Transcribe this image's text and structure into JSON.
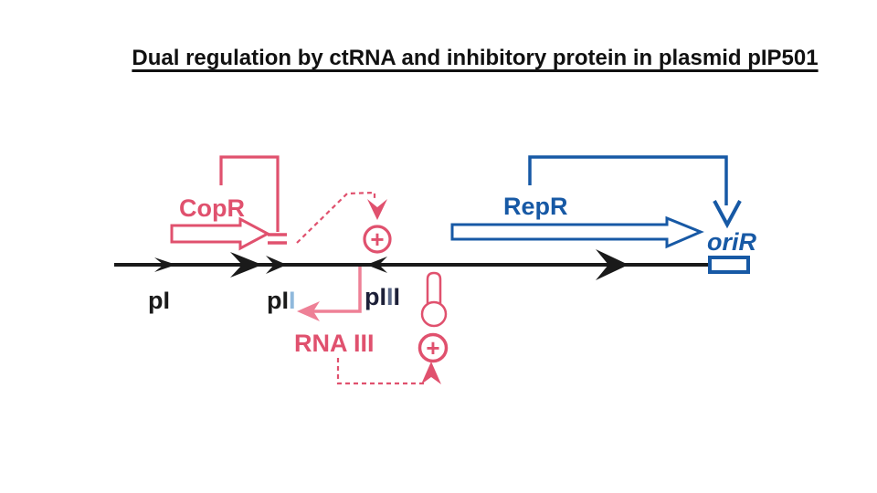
{
  "slide": {
    "title": "Dual regulation by ctRNA and inhibitory protein in plasmid pIP501"
  },
  "diagram": {
    "genes": {
      "copR": "CopR",
      "repR": "RepR"
    },
    "origin": "oriR",
    "transcript": "RNA III",
    "promoters": {
      "p1": "pI",
      "p2_main": "pI",
      "p2_accent": "I",
      "p3_a": "pI",
      "p3_b": "I",
      "p3_c": "I"
    },
    "signs": {
      "plus_upper": "+",
      "plus_lower": "+"
    },
    "colors": {
      "pink": "#e0516e",
      "pink_light": "#ee8096",
      "blue": "#1759a5",
      "dna_black": "#1a1a1a",
      "navy": "#1d2038",
      "light_blue": "#8fb9dc"
    }
  }
}
